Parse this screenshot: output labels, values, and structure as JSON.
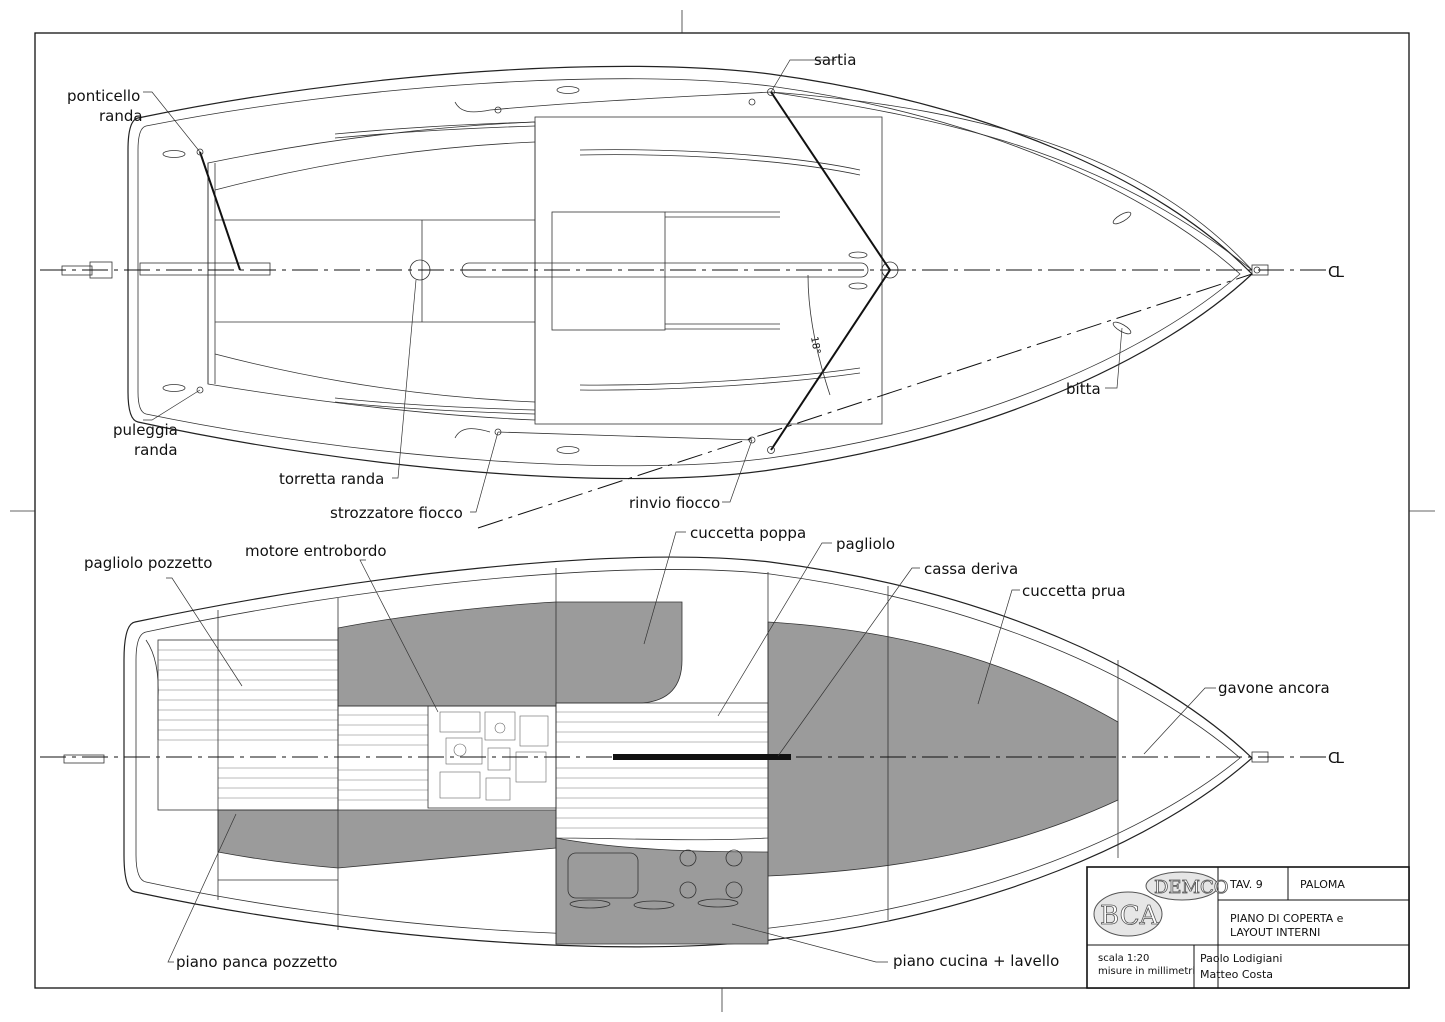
{
  "deck_labels": {
    "ponticello_randa_1": "ponticello",
    "ponticello_randa_2": "randa",
    "sartia": "sartia",
    "puleggia_randa_1": "puleggia",
    "puleggia_randa_2": "randa",
    "bitta": "bitta",
    "torretta_randa": "torretta randa",
    "strozzatore_fiocco": "strozzatore fiocco",
    "rinvio_fiocco": "rinvio fiocco",
    "angle": "18°"
  },
  "layout_labels": {
    "cuccetta_poppa": "cuccetta poppa",
    "pagliolo": "pagliolo",
    "pagliolo_pozzetto": "pagliolo pozzetto",
    "motore_entrobordo": "motore entrobordo",
    "cassa_deriva": "cassa deriva",
    "cuccetta_prua": "cuccetta prua",
    "gavone_ancora": "gavone ancora",
    "piano_panca_pozzetto": "piano panca pozzetto",
    "piano_cucina_lavello": "piano cucina + lavello"
  },
  "centerline_mark": "CL",
  "title_block": {
    "logo_top": "DEMCO",
    "logo_bottom": "BCA",
    "sheet": "TAV. 9",
    "project": "PALOMA",
    "drawing_title_1": "PIANO DI COPERTA e",
    "drawing_title_2": "LAYOUT INTERNI",
    "scale": "scala 1:20",
    "units": "misure in millimetri",
    "author_1": "Paolo Lodigiani",
    "author_2": "Matteo Costa"
  }
}
